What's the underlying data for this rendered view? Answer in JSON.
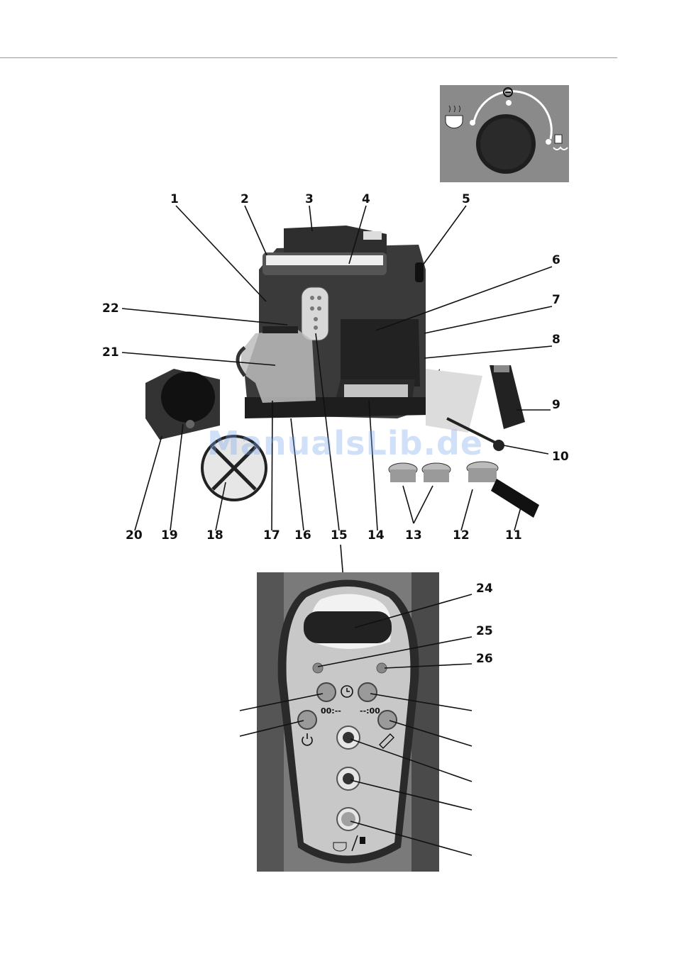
{
  "watermark": "ManualsLib.de",
  "labels": {
    "n1": "1",
    "n2": "2",
    "n3": "3",
    "n4": "4",
    "n5": "5",
    "n6": "6",
    "n7": "7",
    "n8": "8",
    "n9": "9",
    "n10": "10",
    "n11": "11",
    "n12": "12",
    "n13": "13",
    "n14": "14",
    "n15": "15",
    "n16": "16",
    "n17": "17",
    "n18": "18",
    "n19": "19",
    "n20": "20",
    "n21": "21",
    "n22": "22",
    "n24": "24",
    "n25": "25",
    "n26": "26"
  },
  "panel": {
    "hours_label": "00:--",
    "minutes_label": "--:00"
  },
  "icons": {
    "dial": [
      "coffee-cup-icon",
      "minus-circle-icon",
      "steam-icon"
    ],
    "panel": [
      "clock-icon",
      "power-icon",
      "pencil-icon",
      "coffee-steam-icon"
    ]
  },
  "colors": {
    "machine_body": "#3a3a3a",
    "panel_face": "#c8c8c8",
    "watermark": "#78a5eb"
  }
}
